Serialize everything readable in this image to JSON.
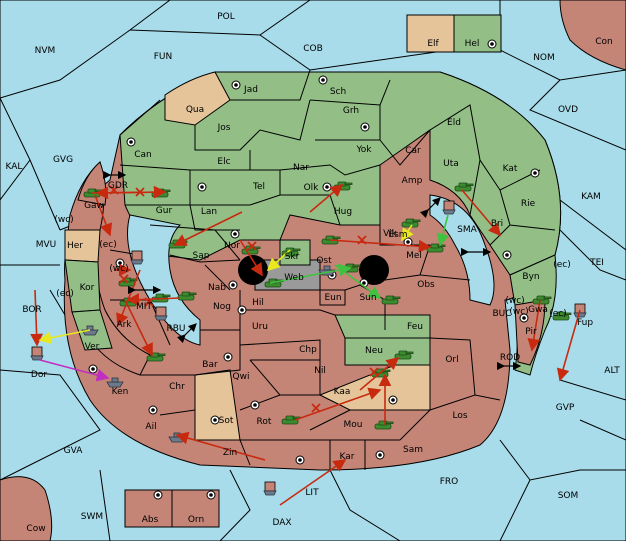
{
  "colors": {
    "sea": "#a8dcea",
    "green_power": "#93bf87",
    "red_power": "#c48577",
    "tan_power": "#e6c49a",
    "neutral": "#9a9a9a",
    "order_red": "#c82a10",
    "order_yellow": "#e8e820",
    "order_green": "#3fc23f",
    "order_magenta": "#c030c0"
  },
  "sea_labels": [
    "POL",
    "NVM",
    "FUN",
    "COB",
    "NOM",
    "OVD",
    "KAL",
    "GVG",
    "KAM",
    "MVU",
    "TEI",
    "BOR",
    "ALT",
    "GVP",
    "GVA",
    "FRO",
    "SOM",
    "SWM",
    "LIT",
    "DAX",
    "GDR",
    "MIT",
    "RBU",
    "SMA",
    "BUC",
    "ROD",
    "Con"
  ],
  "land_labels": [
    "Jad",
    "Sch",
    "Qua",
    "Jos",
    "Grh",
    "Eld",
    "Can",
    "Yok",
    "Car",
    "Elc",
    "Nar",
    "Uta",
    "Kat",
    "Amp",
    "Tel",
    "Olk",
    "Gaw",
    "Gur",
    "Hug",
    "Rie",
    "Lan",
    "Bri",
    "Esm",
    "Her",
    "Sap",
    "Nor",
    "Skr",
    "Vik",
    "Mel",
    "Byn",
    "Web",
    "Ost",
    "Kor",
    "Nab",
    "Obs",
    "Hil",
    "Eun",
    "Sun",
    "Pir",
    "Gwa",
    "Fup",
    "Nog",
    "Ark",
    "Uru",
    "Feu",
    "Ver",
    "Dor",
    "Bar",
    "Chp",
    "Neu",
    "Orl",
    "Qwi",
    "Nil",
    "Ken",
    "Chr",
    "Kaa",
    "Sot",
    "Rot",
    "Mou",
    "Los",
    "Ail",
    "Kar",
    "Sam",
    "Zin",
    "Abs",
    "Orn",
    "Elf",
    "Hel",
    "Cow"
  ],
  "coast_labels": [
    "(wc)",
    "(ec)",
    "(wc)",
    "(ec)",
    "(wc)",
    "(ec)",
    "(wc)",
    "(ec)"
  ]
}
